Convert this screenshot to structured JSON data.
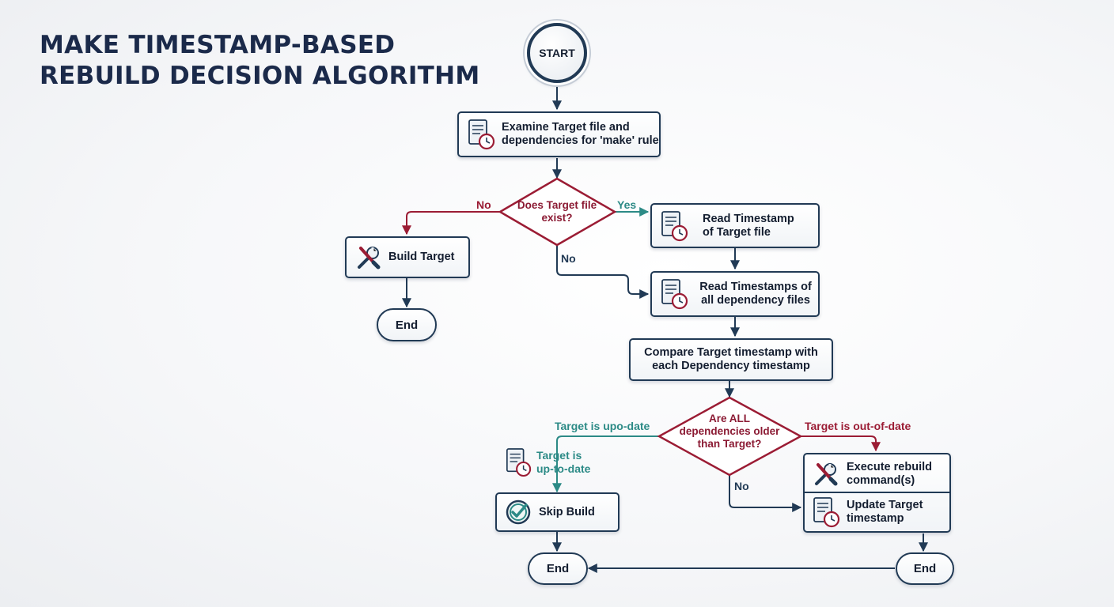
{
  "title": {
    "line1": "MAKE TIMESTAMP-BASED",
    "line2": "REBUILD DECISION ALGORITHM"
  },
  "nodes": {
    "start": "START",
    "examine": "Examine Target file and dependencies for 'make' rule",
    "decision_exist": "Does Target file exist?",
    "read_target": "Read Timestamp of Target file",
    "build_target": "Build Target",
    "end_left": "End",
    "read_deps": "Read Timestamps of all dependency files",
    "compare": "Compare Target timestamp with each Dependency timestamp",
    "decision_older": "Are ALL dependencies older than Target?",
    "up_to_date_note": "Target is up-to-date",
    "skip_build": "Skip Build",
    "execute_rebuild": "Execute rebuild command(s)",
    "update_timestamp": "Update Target timestamp",
    "end_bottom": "End",
    "end_right": "End"
  },
  "edge_labels": {
    "exist_no": "No",
    "exist_yes": "Yes",
    "exist_no_down": "No",
    "older_upto": "Target is upo-date",
    "older_outof": "Target is out-of-date",
    "older_no": "No"
  },
  "colors": {
    "navy": "#213a55",
    "red": "#9b1c34",
    "teal": "#2c8a86"
  },
  "icons": {
    "examine": "document-clock-icon",
    "read_target": "document-clock-icon",
    "read_deps": "document-clock-icon",
    "build_target": "wrench-screwdriver-icon",
    "execute_rebuild": "wrench-screwdriver-icon",
    "update_timestamp": "document-clock-icon",
    "up_to_date_note": "document-clock-icon",
    "skip_build": "check-circle-icon"
  }
}
